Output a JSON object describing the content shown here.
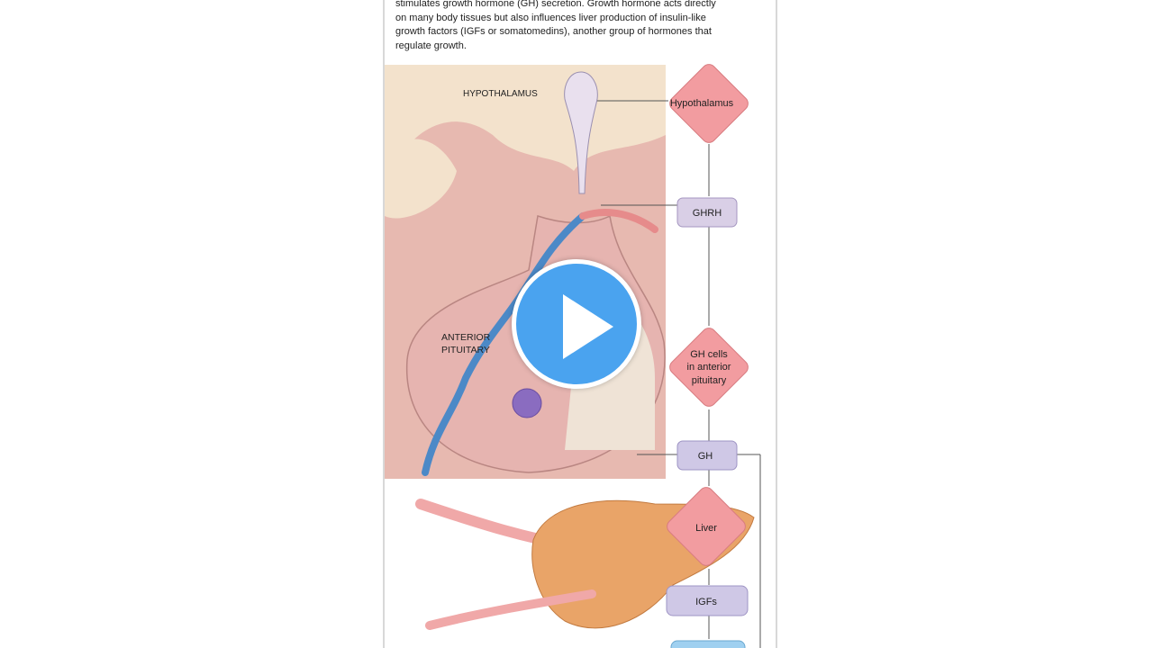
{
  "caption": "stimulates growth hormone (GH) secretion. Growth hormone acts directly on many body tissues but also influences liver production of insulin-like growth factors (IGFs or somatomedins), another group of hormones that regulate growth.",
  "illustration": {
    "hypothalamus_label": "HYPOTHALAMUS",
    "pituitary_label_1": "ANTERIOR",
    "pituitary_label_2": "PITUITARY"
  },
  "flowchart": {
    "hypothalamus": "Hypothalamus",
    "ghrh": "GHRH",
    "gh_cells_1": "GH cells",
    "gh_cells_2": "in anterior",
    "gh_cells_3": "pituitary",
    "gh": "GH",
    "liver": "Liver",
    "igfs": "IGFs"
  },
  "colors": {
    "diamond": "#f29ca0",
    "box": "#cfc8e6",
    "play": "#4aa3ef",
    "tissue": "#e8b8b0",
    "liver": "#e9a468"
  },
  "player": {
    "play_icon": "play-icon"
  }
}
